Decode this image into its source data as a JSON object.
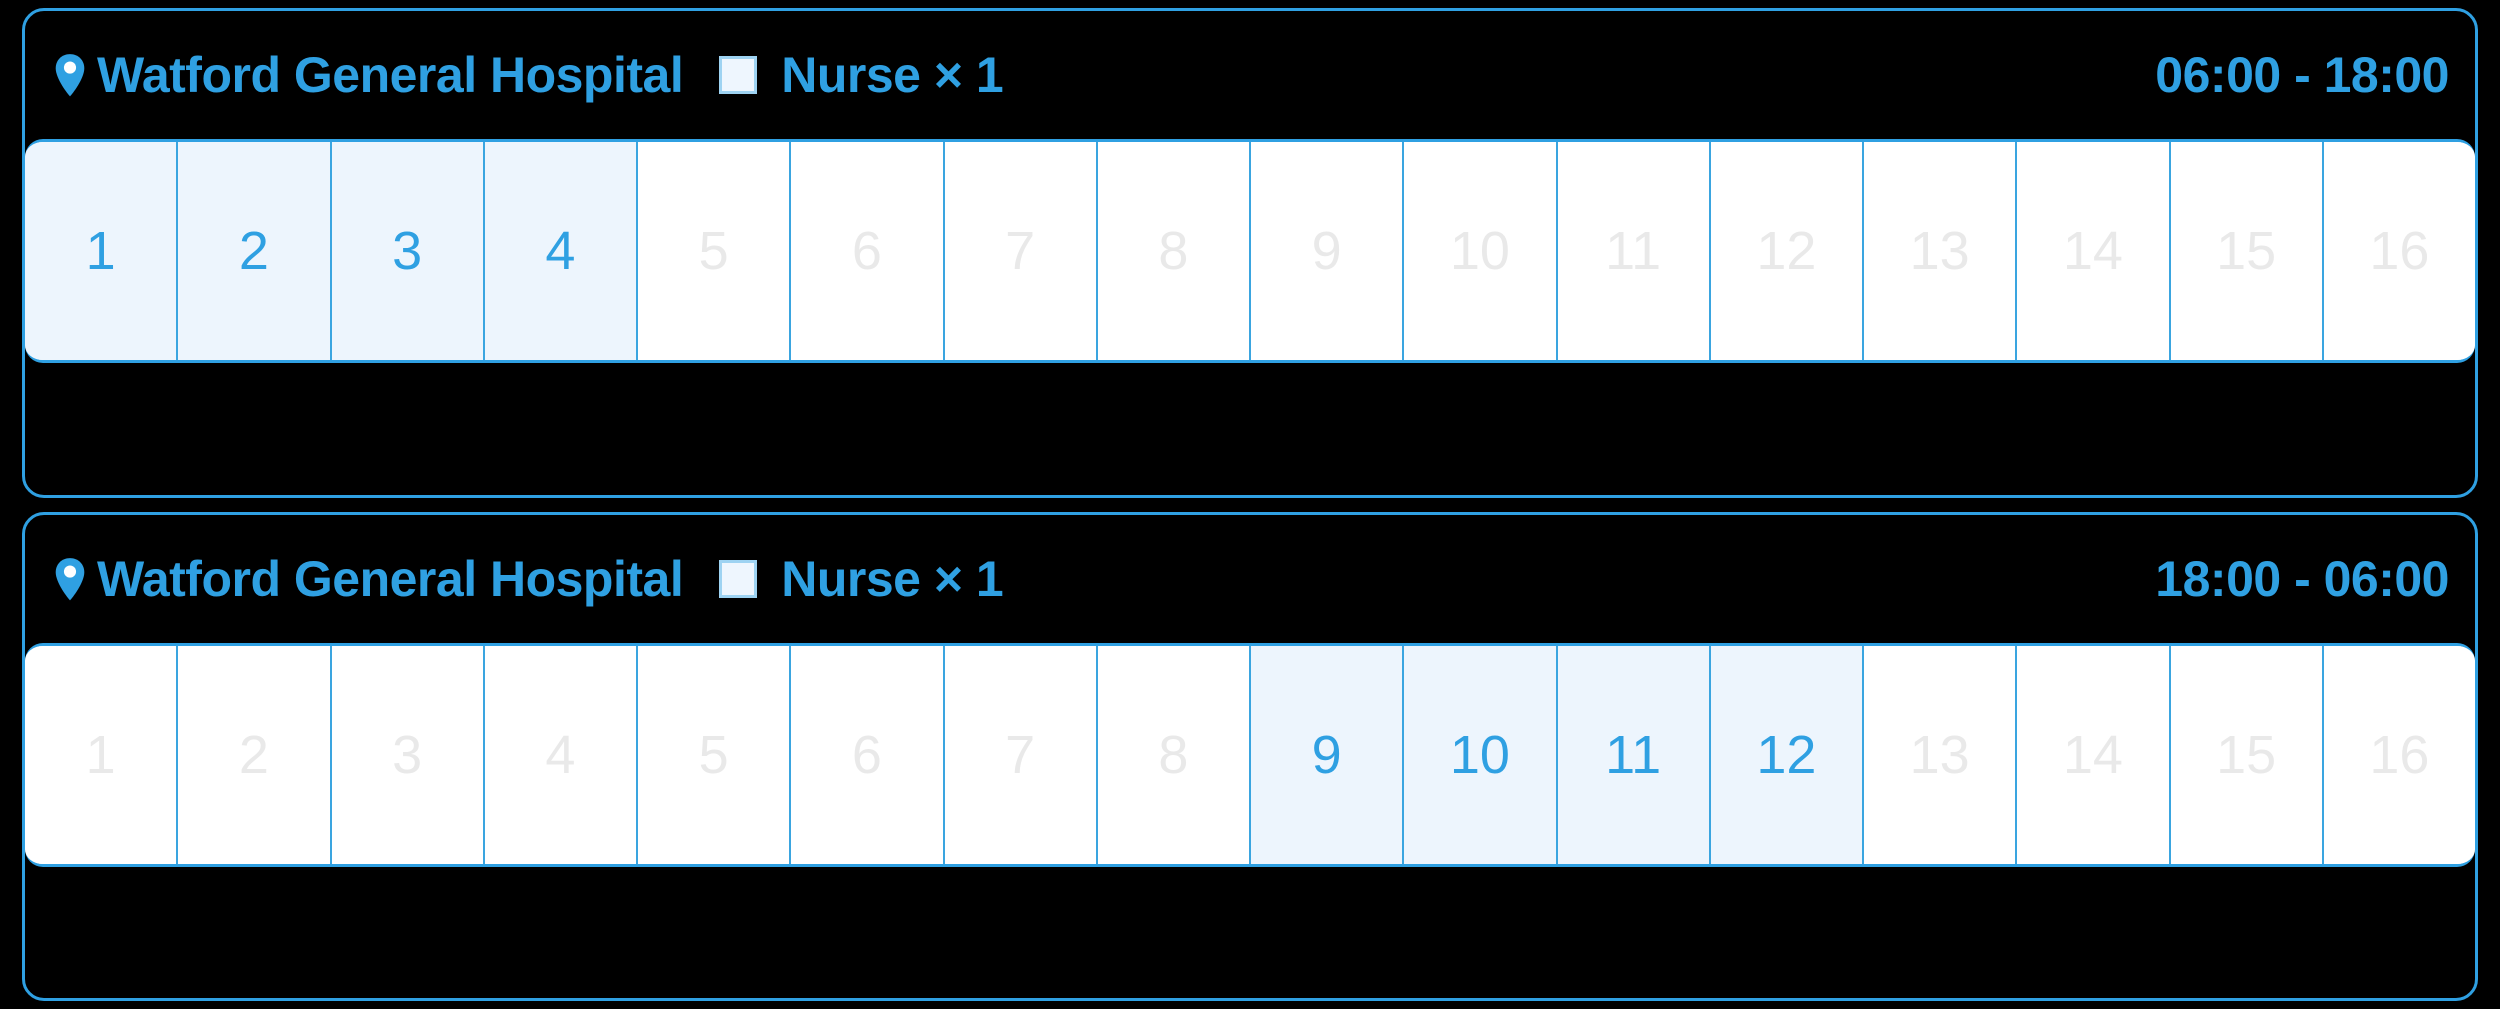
{
  "theme": {
    "accent": "#2fa0e2",
    "active_cell_bg": "#edf5fd",
    "inactive_text": "#e9e9e9",
    "grid_line": "#3aa5e0",
    "page_bg": "#000000",
    "swatch_fill": "#eef6fe",
    "swatch_border": "#9ed3f2"
  },
  "cards": [
    {
      "location_icon": "location-pin-icon",
      "location": "Watford General Hospital",
      "role_swatch_icon": "role-color-swatch-icon",
      "role": "Nurse × 1",
      "time_range": "06:00 - 18:00",
      "days": [
        {
          "label": "1",
          "active": true
        },
        {
          "label": "2",
          "active": true
        },
        {
          "label": "3",
          "active": true
        },
        {
          "label": "4",
          "active": true
        },
        {
          "label": "5",
          "active": false
        },
        {
          "label": "6",
          "active": false
        },
        {
          "label": "7",
          "active": false
        },
        {
          "label": "8",
          "active": false
        },
        {
          "label": "9",
          "active": false
        },
        {
          "label": "10",
          "active": false
        },
        {
          "label": "11",
          "active": false
        },
        {
          "label": "12",
          "active": false
        },
        {
          "label": "13",
          "active": false
        },
        {
          "label": "14",
          "active": false
        },
        {
          "label": "15",
          "active": false
        },
        {
          "label": "16",
          "active": false
        }
      ]
    },
    {
      "location_icon": "location-pin-icon",
      "location": "Watford General Hospital",
      "role_swatch_icon": "role-color-swatch-icon",
      "role": "Nurse × 1",
      "time_range": "18:00 - 06:00",
      "days": [
        {
          "label": "1",
          "active": false
        },
        {
          "label": "2",
          "active": false
        },
        {
          "label": "3",
          "active": false
        },
        {
          "label": "4",
          "active": false
        },
        {
          "label": "5",
          "active": false
        },
        {
          "label": "6",
          "active": false
        },
        {
          "label": "7",
          "active": false
        },
        {
          "label": "8",
          "active": false
        },
        {
          "label": "9",
          "active": true
        },
        {
          "label": "10",
          "active": true
        },
        {
          "label": "11",
          "active": true
        },
        {
          "label": "12",
          "active": true
        },
        {
          "label": "13",
          "active": false
        },
        {
          "label": "14",
          "active": false
        },
        {
          "label": "15",
          "active": false
        },
        {
          "label": "16",
          "active": false
        }
      ]
    }
  ]
}
